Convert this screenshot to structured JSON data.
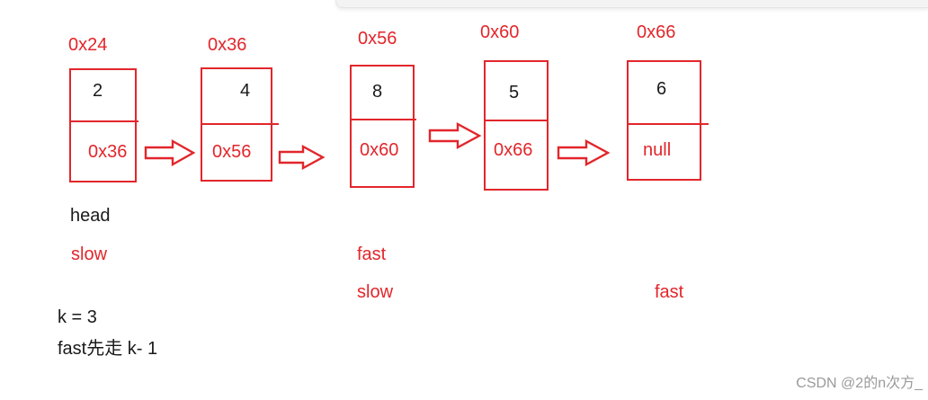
{
  "nodes": [
    {
      "address": "0x24",
      "value": "2",
      "next": "0x36"
    },
    {
      "address": "0x36",
      "value": "4",
      "next": "0x56"
    },
    {
      "address": "0x56",
      "value": "8",
      "next": "0x60"
    },
    {
      "address": "0x60",
      "value": "5",
      "next": "0x66"
    },
    {
      "address": "0x66",
      "value": "6",
      "next": "null"
    }
  ],
  "labels": {
    "head": "head",
    "slow_initial": "slow",
    "fast_initial": "fast",
    "slow_final": "slow",
    "fast_final": "fast"
  },
  "notes": {
    "k_line": "k = 3",
    "fast_line": "fast先走 k- 1"
  },
  "watermark": "CSDN @2的n次方_",
  "colors": {
    "accent": "#e2262b",
    "text": "#1a1a1a"
  }
}
